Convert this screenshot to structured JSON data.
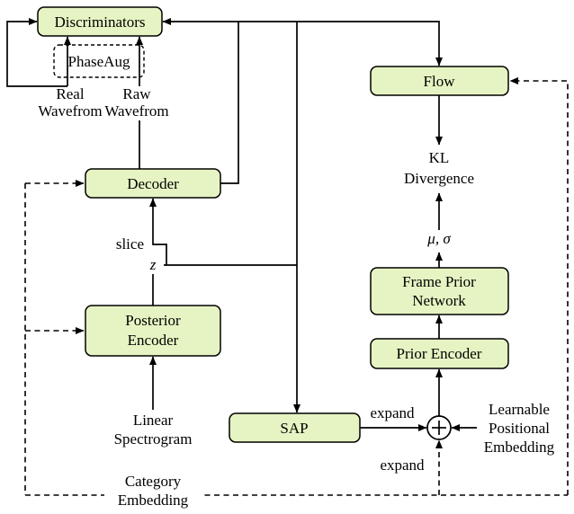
{
  "diagram": {
    "nodes": {
      "discriminators": {
        "label": "Discriminators"
      },
      "phaseaug": {
        "label": "PhaseAug"
      },
      "decoder": {
        "label": "Decoder"
      },
      "posterior_encoder": {
        "line1": "Posterior",
        "line2": "Encoder"
      },
      "flow": {
        "label": "Flow"
      },
      "frame_prior_network": {
        "line1": "Frame Prior",
        "line2": "Network"
      },
      "prior_encoder": {
        "label": "Prior Encoder"
      },
      "sap": {
        "label": "SAP"
      }
    },
    "labels": {
      "real_waveform": {
        "line1": "Real",
        "line2": "Wavefrom"
      },
      "raw_waveform": {
        "line1": "Raw",
        "line2": "Wavefrom"
      },
      "slice": "slice",
      "z": "z",
      "linear_spectrogram": {
        "line1": "Linear",
        "line2": "Spectrogram"
      },
      "kl_divergence": {
        "line1": "KL",
        "line2": "Divergence"
      },
      "mu_sigma": "μ, σ",
      "expand_sap": "expand",
      "expand_category": "expand",
      "learnable_positional_embedding": {
        "line1": "Learnable",
        "line2": "Positional",
        "line3": "Embedding"
      },
      "category_embedding": {
        "line1": "Category",
        "line2": "Embedding"
      }
    },
    "style": {
      "node_fill": "#e6f4c3",
      "node_border": "#000000",
      "line_color": "#000000",
      "background": "#ffffff"
    }
  }
}
